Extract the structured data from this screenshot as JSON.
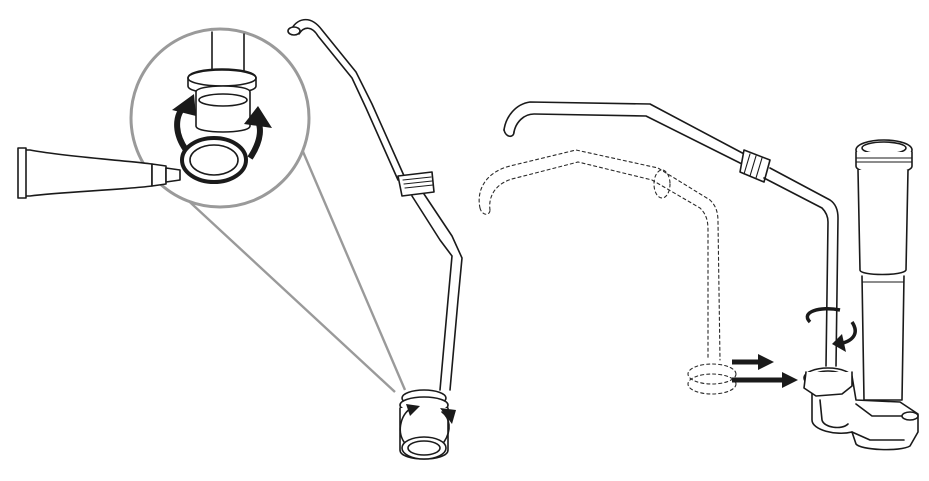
{
  "figure": {
    "panels": [
      {
        "id": "lubricate-and-seat",
        "elements": [
          "lubricant-tube",
          "zoom-callout",
          "spray-arm-pipe",
          "o-ring",
          "rotate-arrows"
        ]
      },
      {
        "id": "attach-pipe-to-housing",
        "elements": [
          "pipe-ghost-position",
          "pipe-installed-position",
          "push-arrows",
          "rotate-arrow",
          "upper-spray-tube",
          "housing"
        ]
      }
    ],
    "colors": {
      "ink": "#1a1a1a",
      "callout_line": "#9a9a9a",
      "background": "#ffffff"
    }
  }
}
